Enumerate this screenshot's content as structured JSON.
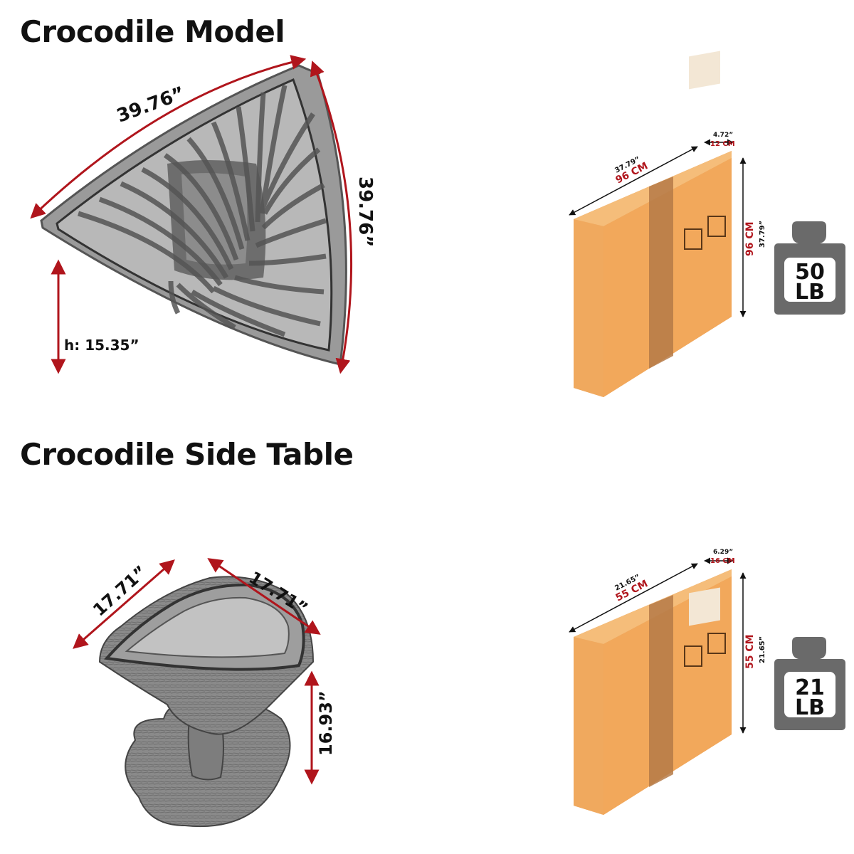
{
  "sections": [
    {
      "title": "Crocodile Model",
      "product": {
        "side_a": "39.76”",
        "side_b": "39.76”",
        "height": "h: 15.35”"
      },
      "box": {
        "width_in": "37.79”",
        "width_cm": "96 CM",
        "depth_in": "4.72”",
        "depth_cm": "12 CM",
        "height_cm": "96 CM",
        "height_in": "37.79”"
      },
      "weight": {
        "value": "50",
        "unit": "LB"
      }
    },
    {
      "title": "Crocodile Side Table",
      "product": {
        "side_a": "17.71”",
        "side_b": "17.71”",
        "height": "16.93”"
      },
      "box": {
        "width_in": "21.65”",
        "width_cm": "55 CM",
        "depth_in": "6.29”",
        "depth_cm": "16 CM",
        "height_cm": "55 CM",
        "height_in": "21.65”"
      },
      "weight": {
        "value": "21",
        "unit": "LB"
      }
    }
  ],
  "colors": {
    "dimension_red": "#b0151c",
    "box_front": "#f0a95e",
    "box_side": "#e38f3d",
    "box_top": "#f5bd7a",
    "tape": "#b57a48",
    "wood_gray": "#7d7d7d",
    "weight_gray": "#6a6a6a"
  }
}
